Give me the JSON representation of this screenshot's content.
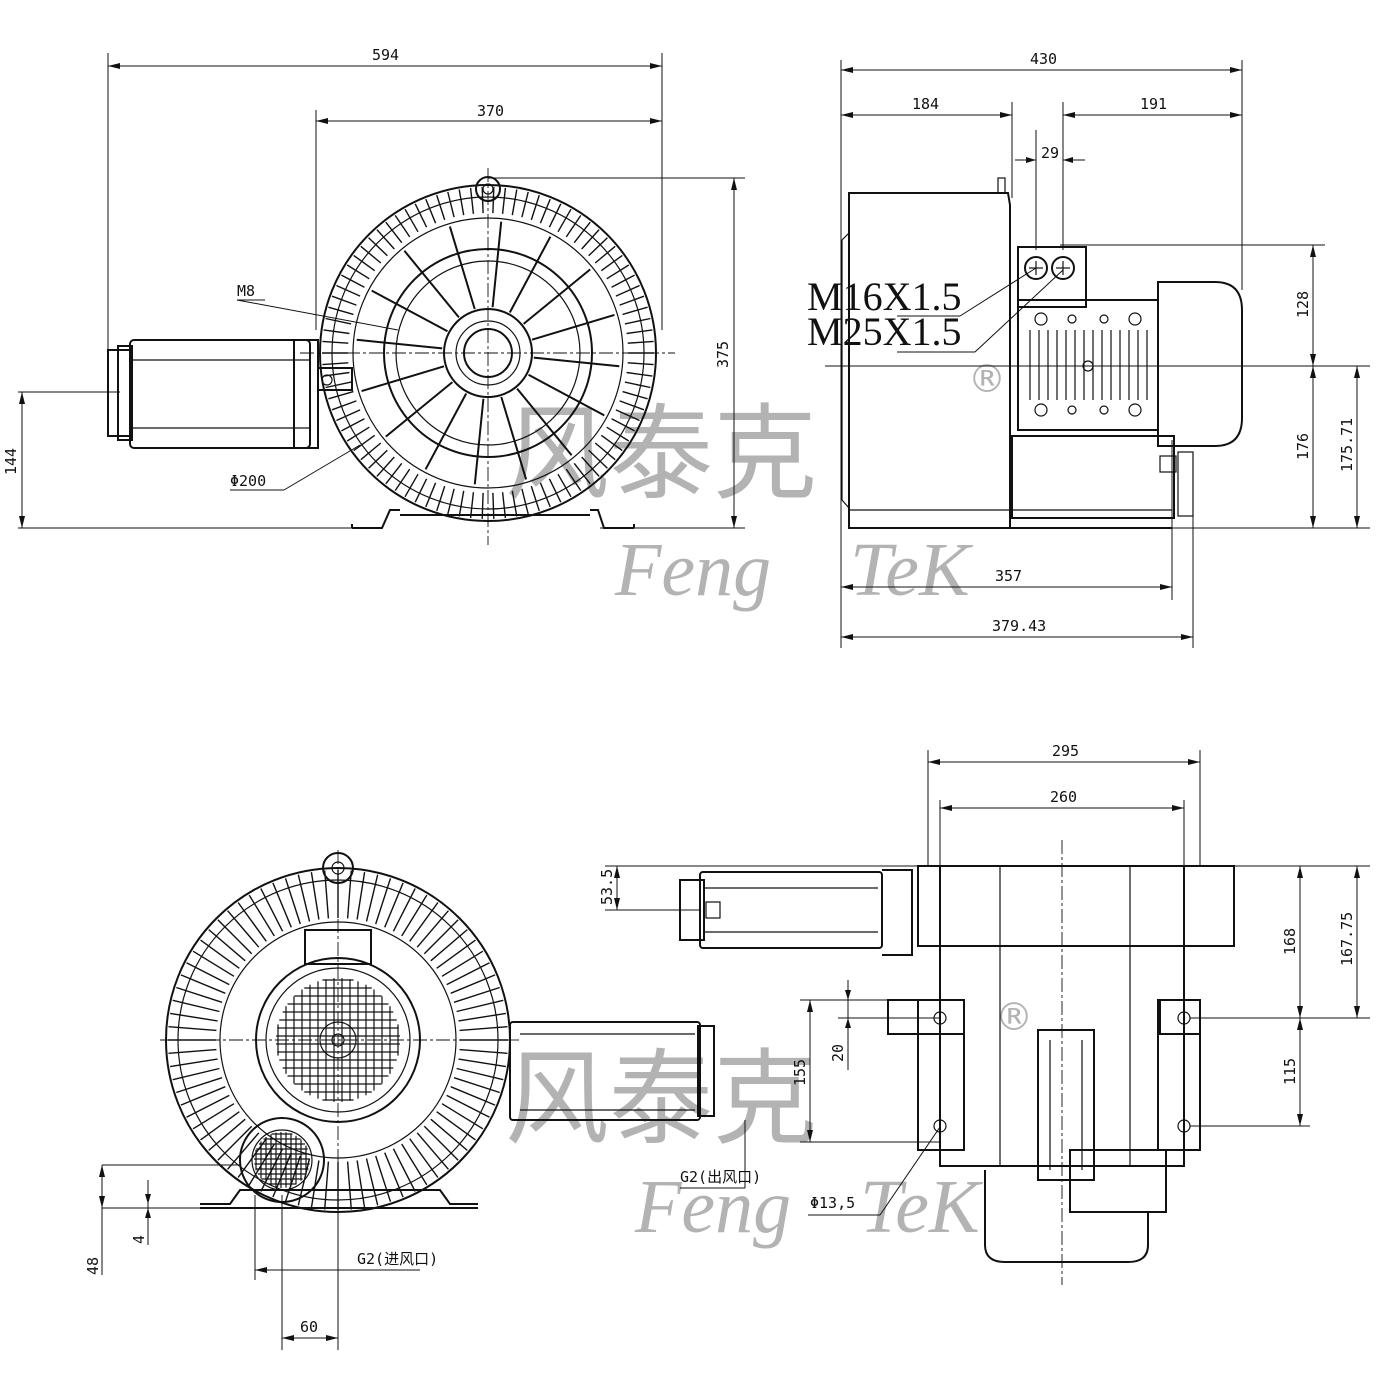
{
  "views": {
    "front": {
      "dims": {
        "overall_length": "594",
        "housing_width": "370",
        "height": "375",
        "shaft_height": "144",
        "bolt": "M8",
        "diameter": "Φ200"
      }
    },
    "side": {
      "dims": {
        "overall": "430",
        "left_part": "184",
        "right_part": "191",
        "gap": "29",
        "upper_height": "128",
        "lower_height": "176",
        "lower_height_alt": "175.71",
        "base_length": "357",
        "base_length_alt": "379.43"
      },
      "threads": [
        "M16X1.5",
        "M25X1.5"
      ]
    },
    "rear": {
      "dims": {
        "flange_height": "48",
        "flange_thickness": "4",
        "port_spacing": "60"
      },
      "labels": {
        "inlet": "G2(进风口)"
      }
    },
    "top": {
      "dims": {
        "overall_width": "295",
        "inner_width": "260",
        "offset": "53.5",
        "height_a": "168",
        "height_b": "167.75",
        "hole_spacing": "155",
        "small": "20",
        "hole_pitch": "115",
        "hole_diameter": "Φ13,5"
      },
      "labels": {
        "outlet": "G2(出风口)"
      }
    }
  },
  "watermark": {
    "chinese": "风泰克",
    "english_1": "Feng",
    "english_2": "TeK",
    "registered": "®"
  }
}
